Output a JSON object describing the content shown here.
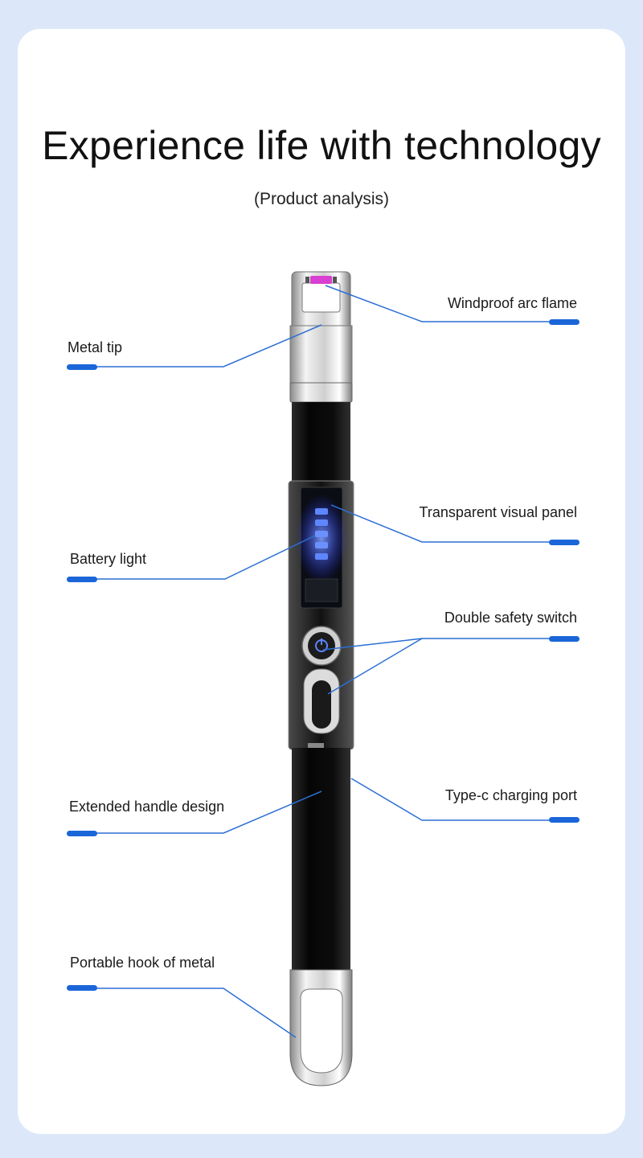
{
  "header": {
    "title": "Experience life with technology",
    "subtitle": "(Product analysis)"
  },
  "callouts": {
    "windproof": "Windproof arc flame",
    "metal_tip": "Metal tip",
    "transparent_panel": "Transparent visual panel",
    "battery_light": "Battery light",
    "safety_switch": "Double safety switch",
    "extended_handle": "Extended handle design",
    "typec_port": "Type-c charging port",
    "hook": "Portable hook of metal"
  },
  "colors": {
    "background": "#dce8f9",
    "accent_line": "#2b6fd4",
    "marker": "#1a66d9",
    "battery_glow": "#3f6bff"
  }
}
